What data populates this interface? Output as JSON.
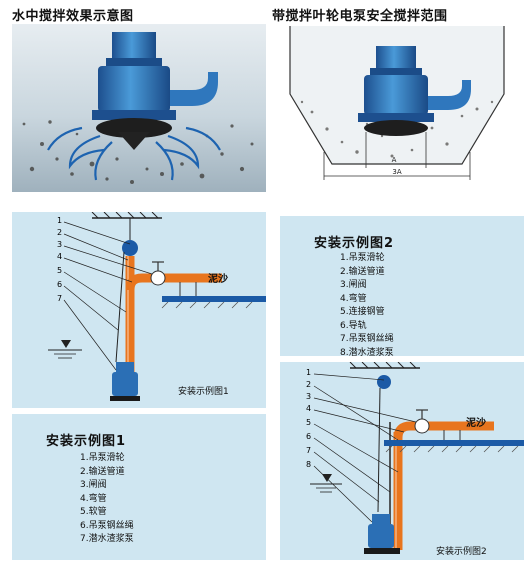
{
  "top_left_title": "水中搅拌效果示意图",
  "top_right_title": "带搅拌叶轮电泵安全搅拌范围",
  "dimension_labels": {
    "inner": "A",
    "outer": "3A"
  },
  "diagram1": {
    "caption": "安装示例图1",
    "mud_label": "泥沙",
    "callout_numbers": [
      "1",
      "2",
      "3",
      "4",
      "5",
      "6",
      "7"
    ]
  },
  "diagram2": {
    "caption": "安装示例图2",
    "mud_label": "泥沙",
    "callout_numbers": [
      "1",
      "2",
      "3",
      "4",
      "5",
      "6",
      "7",
      "8"
    ]
  },
  "legend1": {
    "title": "安装示例图1",
    "items": [
      "1.吊泵滑轮",
      "2.输送管道",
      "3.闸阀",
      "4.弯管",
      "5.软管",
      "6.吊泵钢丝绳",
      "7.潜水渣浆泵"
    ]
  },
  "legend2": {
    "title": "安装示例图2",
    "items": [
      "1.吊泵滑轮",
      "2.输送管道",
      "3.闸阀",
      "4.弯管",
      "5.连接钢管",
      "6.导轨",
      "7.吊泵钢丝绳",
      "8.潜水渣浆泵"
    ]
  },
  "colors": {
    "panel_bg": "#cfe6f1",
    "pump_blue": "#2b6fb5",
    "pipe_orange": "#e8751e",
    "beam_blue": "#1b5aa6"
  }
}
